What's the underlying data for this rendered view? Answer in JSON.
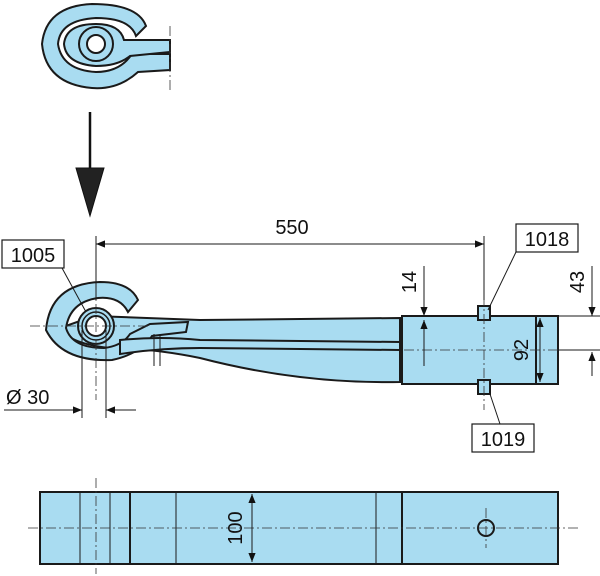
{
  "colors": {
    "part_fill": "#a9dcf1",
    "outline": "#1a1a1a",
    "background": "#ffffff"
  },
  "dimensions": {
    "length": "550",
    "thickness_top": "14",
    "offset": "43",
    "height": "92",
    "eye_diameter": "Ø 30",
    "width": "100"
  },
  "reference_labels": {
    "eye_bushing": "1005",
    "top_part": "1018",
    "bottom_part": "1019"
  },
  "icons": {
    "view_arrow": "down-arrow-icon"
  }
}
